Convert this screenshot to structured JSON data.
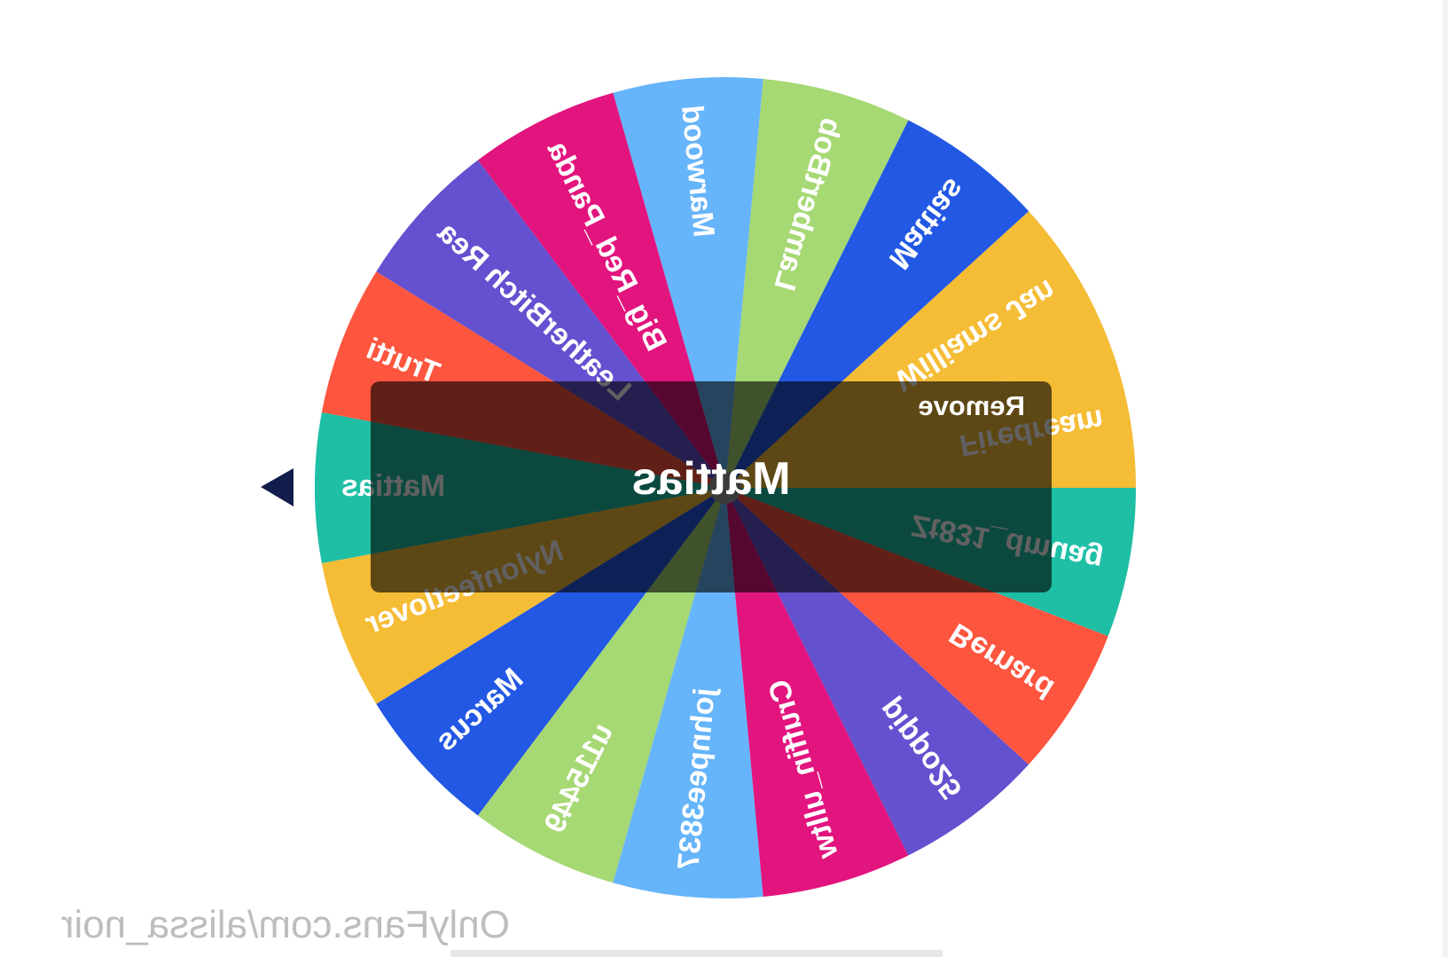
{
  "wheel": {
    "segments": [
      {
        "label": "Mattias",
        "color": "#1fbfa6"
      },
      {
        "label": "Nylonfeetlover",
        "color": "#f5bc36"
      },
      {
        "label": "Marcus",
        "color": "#2358e4"
      },
      {
        "label": "u115449",
        "color": "#a6d874"
      },
      {
        "label": "johnpee3837",
        "color": "#66b4f9"
      },
      {
        "label": "Cruffin_ulltw",
        "color": "#e2147e"
      },
      {
        "label": "pippo25",
        "color": "#6351cf"
      },
      {
        "label": "Bernard",
        "color": "#fd553e"
      },
      {
        "label": "Zt831_dmuag",
        "color": "#1fbfa6"
      },
      {
        "label": "Firedream",
        "color": "#f5bc36"
      },
      {
        "label": "Williams Jan",
        "color": "#f5bc36"
      },
      {
        "label": "Mattias",
        "color": "#2358e4"
      },
      {
        "label": "LambertBob",
        "color": "#a6d874"
      },
      {
        "label": "Marwood",
        "color": "#66b4f9"
      },
      {
        "label": "Big_Red_Panda",
        "color": "#e2147e"
      },
      {
        "label": "LeatherBitch Rea",
        "color": "#6351cf"
      },
      {
        "label": "Trutti",
        "color": "#fd553e"
      }
    ],
    "pointer_color": "#111d4a",
    "center_color": "#9a9a9a"
  },
  "result": {
    "name": "Mattias",
    "remove_label": "Remove"
  },
  "watermark": "OnlyFans.com/alissa_noir"
}
